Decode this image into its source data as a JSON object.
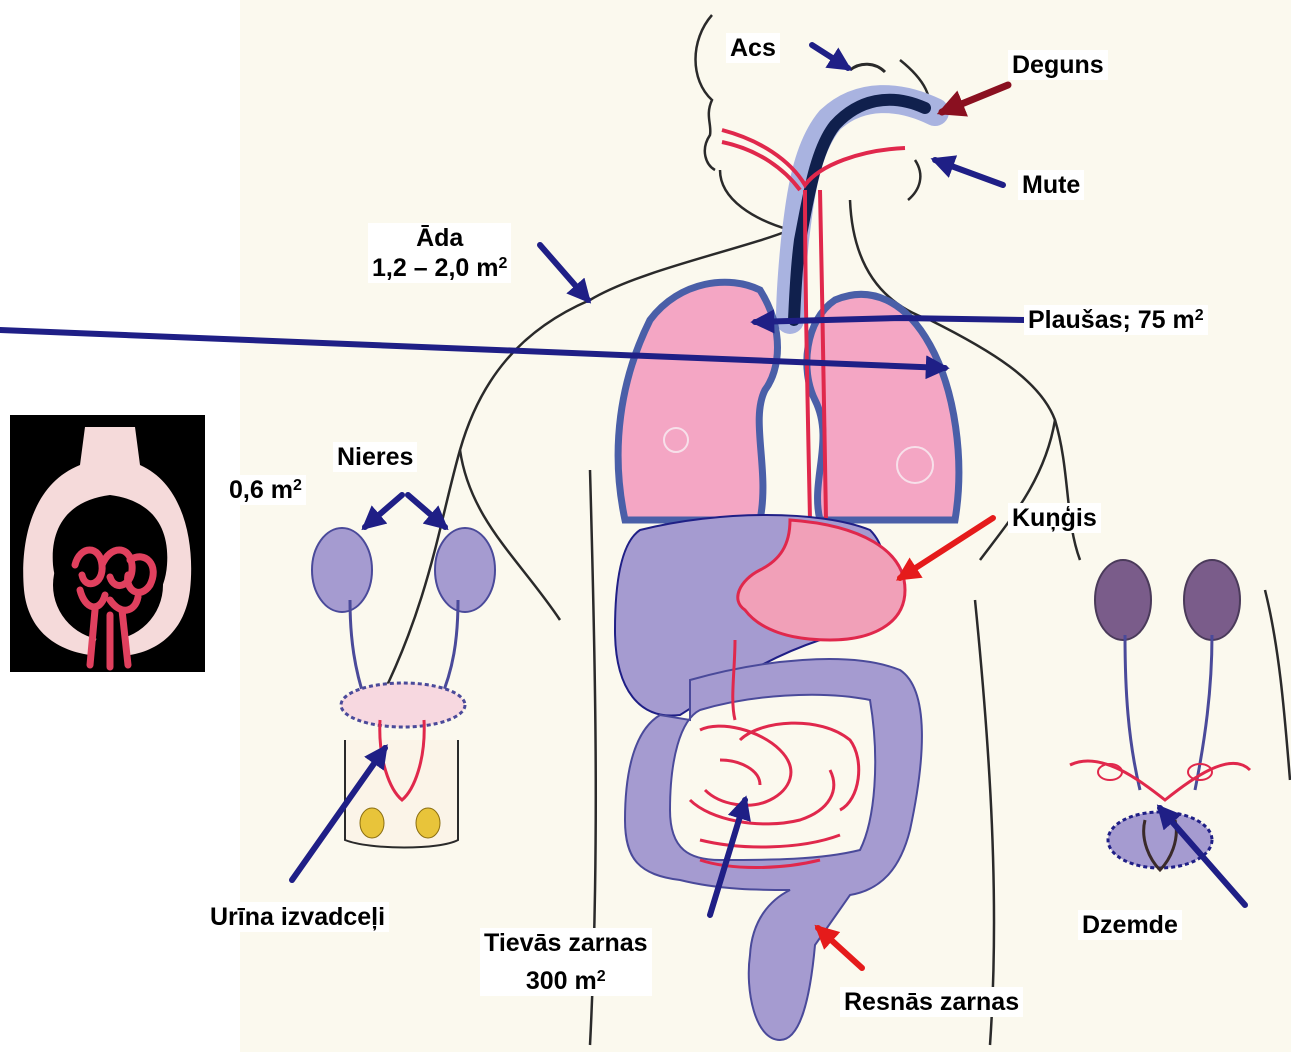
{
  "labels": {
    "acs": "Acs",
    "deguns": "Deguns",
    "mute": "Mute",
    "ada_name": "Āda",
    "ada_area": "1,2 – 2,0 m",
    "ada_exp": "2",
    "plausas": "Plaušas; 75 m",
    "plausas_exp": "2",
    "nieres": "Nieres",
    "nieres_area": "0,6 m",
    "nieres_exp": "2",
    "kungis": "Kuņģis",
    "urina": "Urīna izvadceļi",
    "tievas_name": "Tievās zarnas",
    "tievas_area": "300 m",
    "tievas_exp": "2",
    "dzemde": "Dzemde",
    "resnas": "Resnās zarnas"
  },
  "colors": {
    "background": "#fbf9ee",
    "outline": "#2a2a2a",
    "lung_fill": "#f4a6c4",
    "lung_outline": "#4a5fa8",
    "gut_fill": "#a59bd0",
    "organ_red": "#e0284c",
    "arrow_blue": "#1f1f86",
    "arrow_red": "#e51b1b",
    "arrow_maroon": "#8a1020",
    "inset_bg": "#000000",
    "inset_tissue": "#f5dada",
    "inset_vessel": "#e0405e"
  },
  "icons": {
    "inset": "kidney-glomerulus-illustration"
  }
}
